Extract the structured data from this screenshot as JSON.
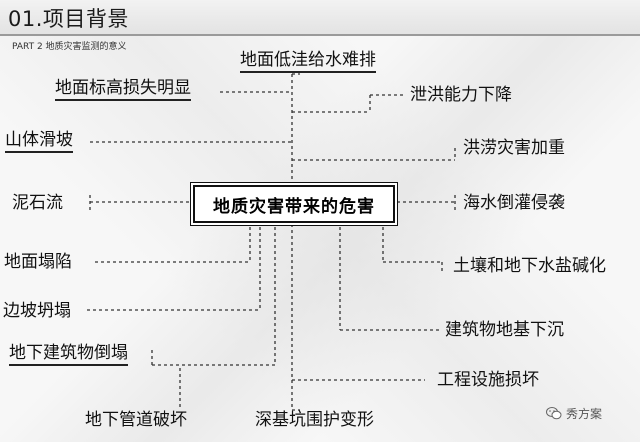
{
  "header": {
    "title": "01.项目背景",
    "subtitle": "PART 2 地质灾害监测的意义"
  },
  "diagram": {
    "center": "地质灾害带来的危害",
    "left": {
      "biaogao": "地面标高损失明显",
      "shanti": "山体滑坡",
      "nishi": "泥石流",
      "taxian": "地面塌陷",
      "bianpo": "边坡坍塌",
      "jianzhu": "地下建筑物倒塌",
      "guandao": "地下管道破坏"
    },
    "top": {
      "diwa": "地面低洼给水难排"
    },
    "bottom": {
      "shenji": "深基坑围护变形"
    },
    "right": {
      "xiehong": "泄洪能力下降",
      "hongmao": "洪涝灾害加重",
      "haishui": "海水倒灌侵袭",
      "turang": "土壤和地下水盐碱化",
      "diji": "建筑物地基下沉",
      "gongcheng": "工程设施损坏"
    }
  },
  "watermark": {
    "text": "秀方案"
  }
}
